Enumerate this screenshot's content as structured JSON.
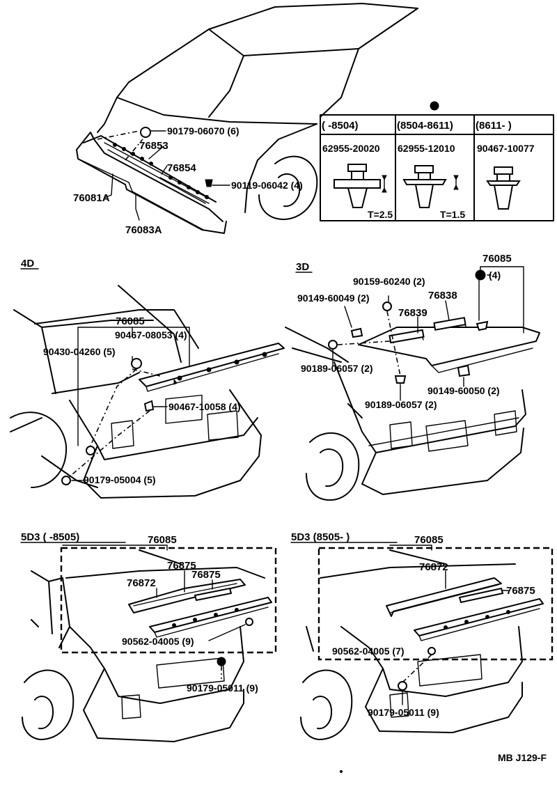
{
  "top": {
    "labels": {
      "p1": "90179-06070 (6)",
      "p2": "76853",
      "p3": "76854",
      "p4": "90119-06042 (4)",
      "p5": "76081A",
      "p6": "76083A"
    },
    "table": {
      "h1": "(      -8504)",
      "h2": "(8504-8611)",
      "h3": "(8611-       )",
      "c1": "62955-20020",
      "c2": "62955-12010",
      "c3": "90467-10077",
      "t1": "T=2.5",
      "t2": "T=1.5"
    }
  },
  "d4": {
    "title": "4D",
    "p1": "76085",
    "p2": "90467-08053 (4)",
    "p3": "90430-04260 (5)",
    "p4": "90467-10058 (4)",
    "p5": "90179-05004 (5)"
  },
  "d3": {
    "title": "3D",
    "p1": "76085",
    "p2": "(4)",
    "p3": "90159-60240 (2)",
    "p4": "90149-60049 (2)",
    "p5": "76838",
    "p6": "76839",
    "p7": "90189-06057 (2)",
    "p8": "90189-06057 (2)",
    "p9": "90149-60050 (2)"
  },
  "d5a": {
    "title": "5D3  (      -8505)",
    "p1": "76085",
    "p2": "76875",
    "p3": "76872",
    "p4": "76875",
    "p5": "90562-04005 (9)",
    "p6": "90179-05011 (9)"
  },
  "d5b": {
    "title": "5D3  (8505-        )",
    "p1": "76085",
    "p2": "76872",
    "p3": "76875",
    "p4": "90562-04005 (7)",
    "p5": "90179-05011 (9)"
  },
  "footer": {
    "code": "MB J129-F"
  }
}
